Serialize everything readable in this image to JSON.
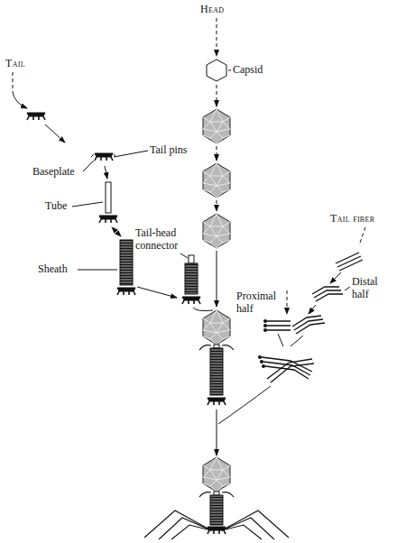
{
  "diagram": {
    "labels": [
      "Head",
      "Tail",
      "Capsid",
      "Baseplate",
      "Tail pins",
      "Tube",
      "Tail fiber",
      "Tail-head connector",
      "Sheath",
      "Distal half",
      "Proximal half"
    ]
  }
}
